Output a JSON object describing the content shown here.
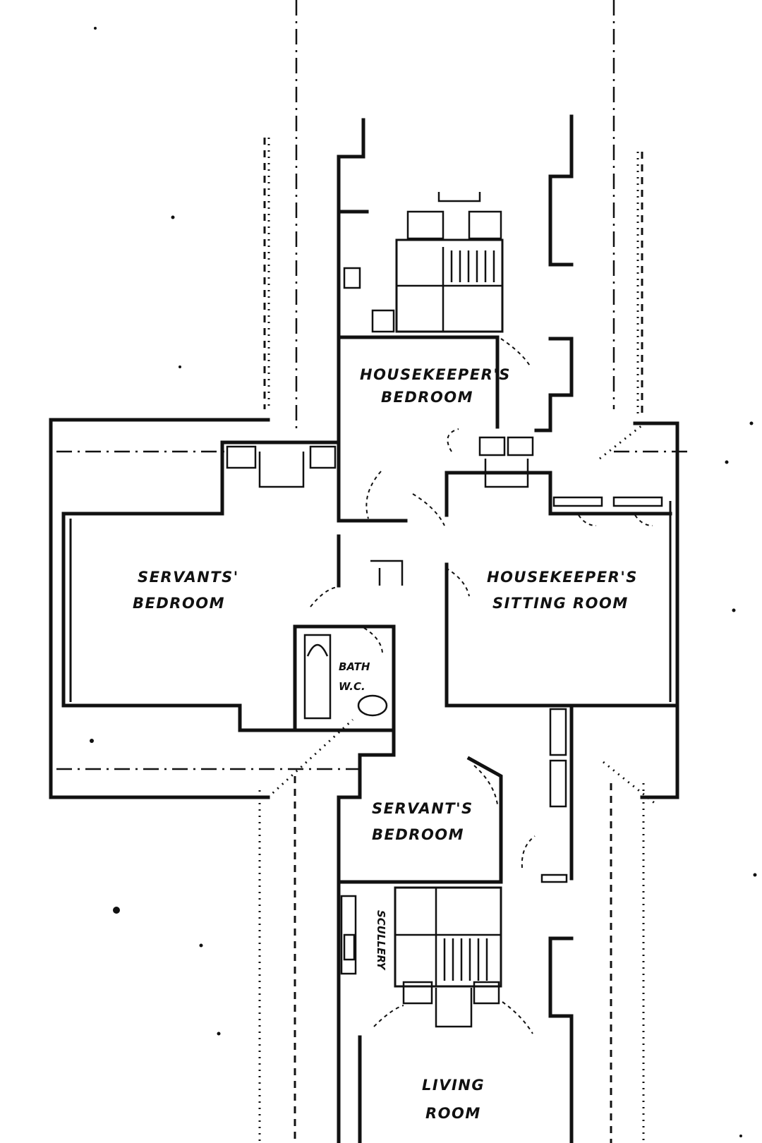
{
  "rooms": {
    "housekeeper_bedroom": {
      "line1": "HOUSEKEEPER'S",
      "line2": "BEDROOM"
    },
    "servants_bedroom_left": {
      "line1": "SERVANTS'",
      "line2": "BEDROOM"
    },
    "housekeeper_sitting": {
      "line1": "HOUSEKEEPER'S",
      "line2": "SITTING ROOM"
    },
    "bath": {
      "line1": "BATH",
      "line2": "W.C."
    },
    "servants_bedroom_lower": {
      "line1": "SERVANT'S",
      "line2": "BEDROOM"
    },
    "scullery": {
      "label": "SCULLERY"
    },
    "living_room": {
      "line1": "LIVING",
      "line2": "ROOM"
    }
  }
}
